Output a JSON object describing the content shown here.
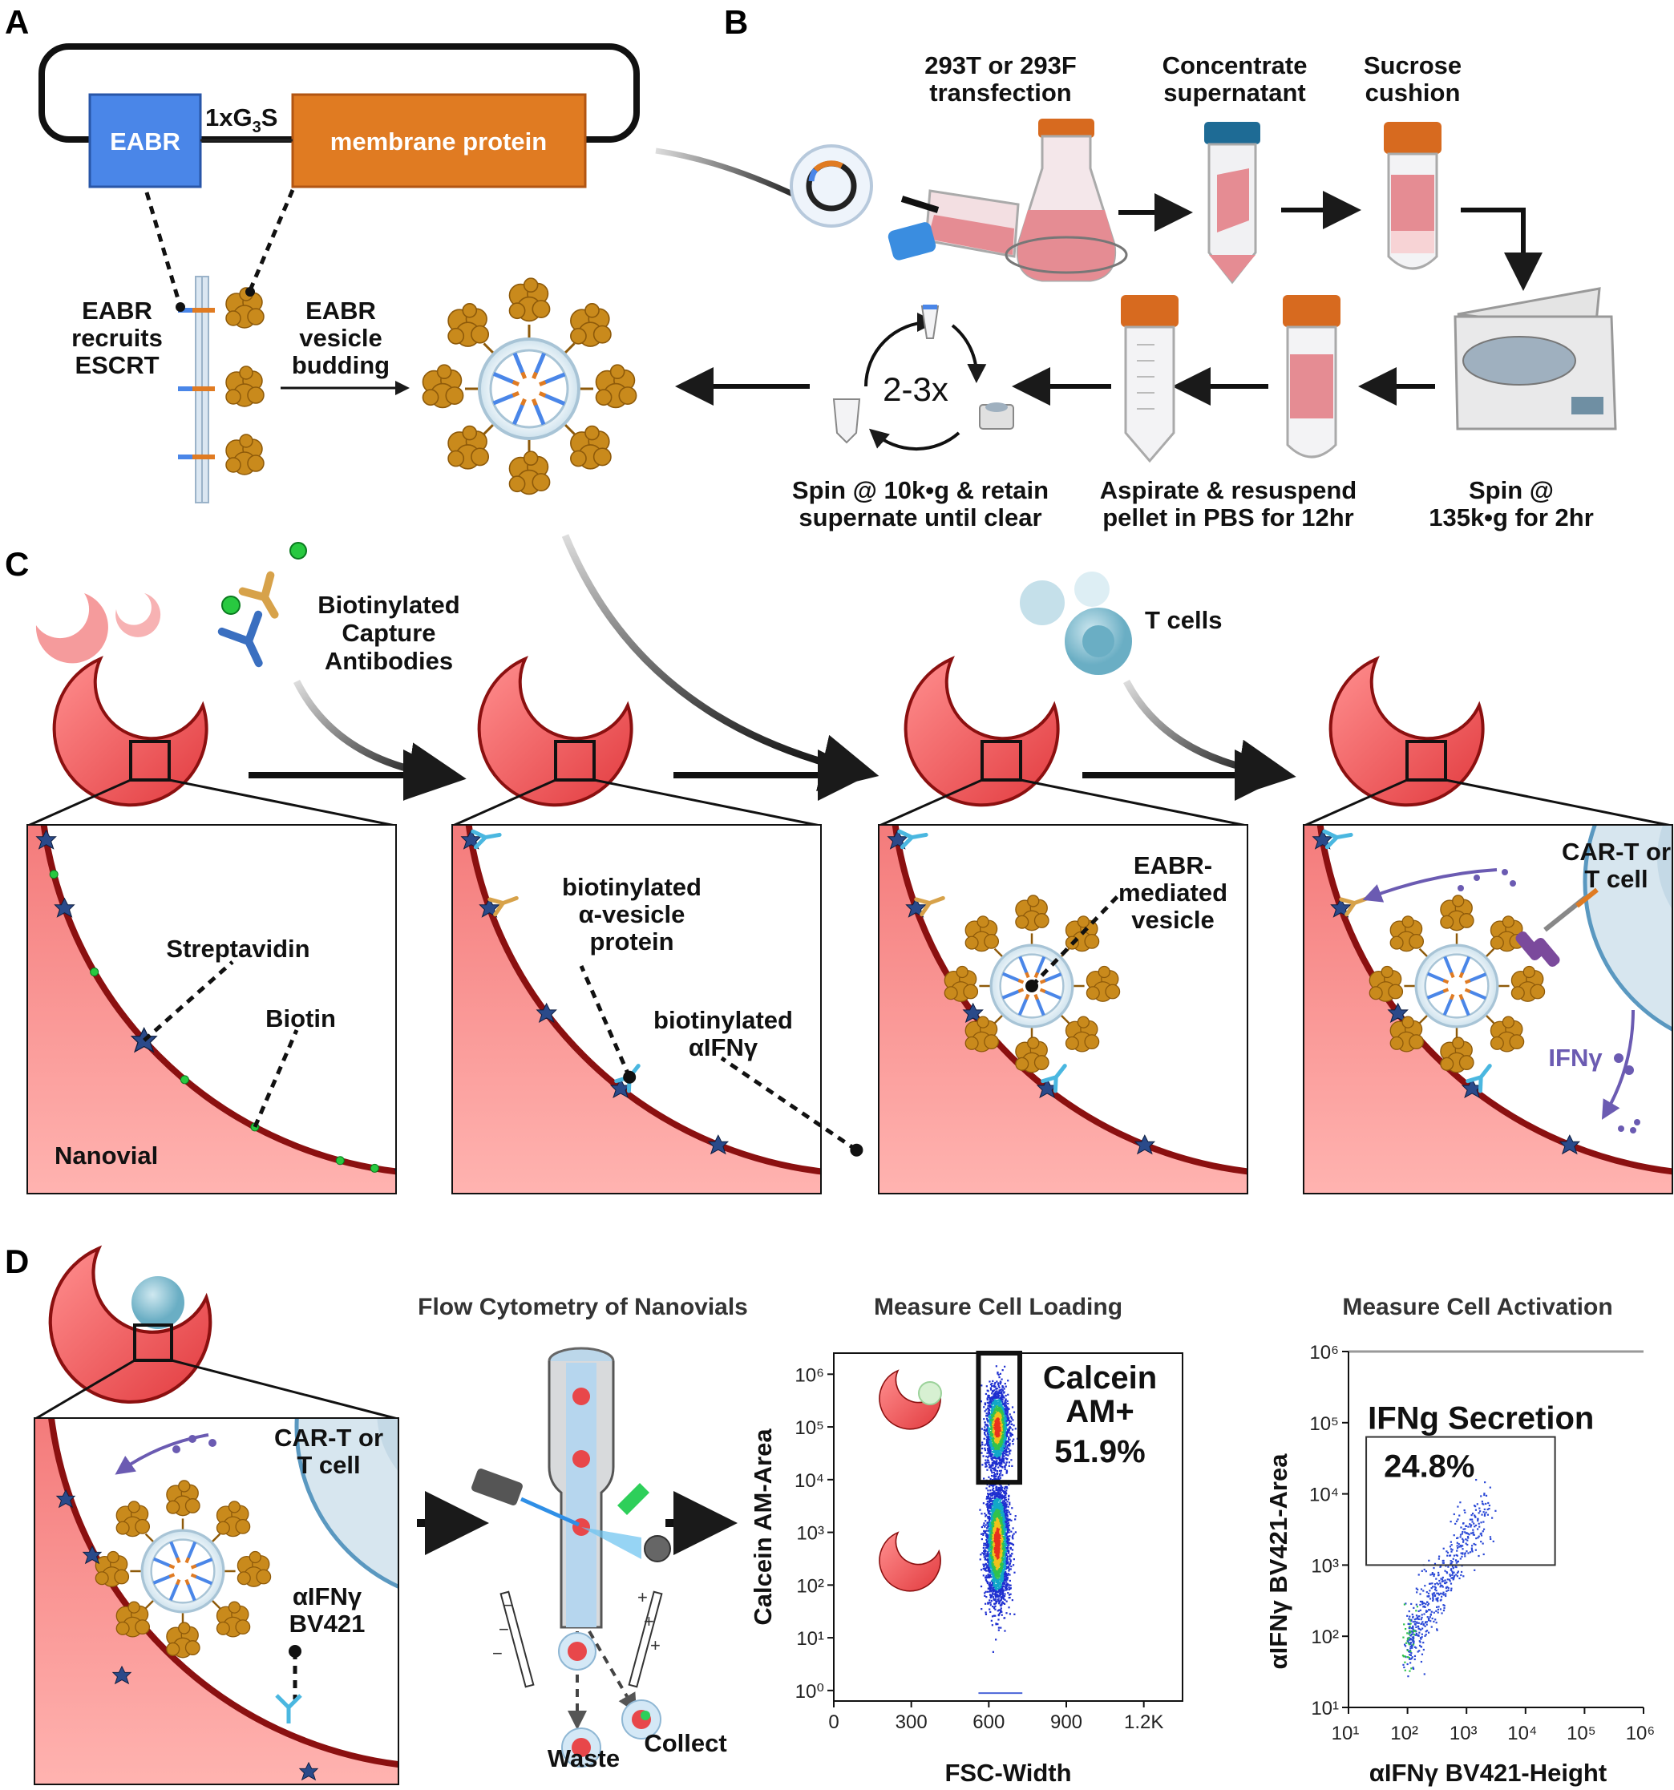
{
  "panels": {
    "a": "A",
    "b": "B",
    "c": "C",
    "d": "D"
  },
  "panel_a": {
    "eabr": "EABR",
    "linker_main": "1xG",
    "linker_sub": "3",
    "linker_end": "S",
    "membrane_protein": "membrane protein",
    "recruits": [
      "EABR",
      "recruits",
      "ESCRT"
    ],
    "budding": [
      "EABR",
      "vesicle",
      "budding"
    ]
  },
  "panel_b": {
    "transfection": [
      "293T or 293F",
      "transfection"
    ],
    "concentrate": [
      "Concentrate",
      "supernatant"
    ],
    "sucrose": [
      "Sucrose",
      "cushion"
    ],
    "spin_ultra": [
      "Spin  @",
      "135k•g for 2hr"
    ],
    "aspirate": [
      "Aspirate & resuspend",
      "pellet in PBS for 12hr"
    ],
    "spin_clear": [
      "Spin @ 10k•g & retain",
      "supernate until clear"
    ],
    "repeat": "2-3x"
  },
  "panel_c": {
    "capture_antibodies": [
      "Biotinylated",
      "Capture",
      "Antibodies"
    ],
    "t_cells": "T cells",
    "streptavidin": "Streptavidin",
    "biotin": "Biotin",
    "nanovial": "Nanovial",
    "vesicle_protein": [
      "biotinylated",
      "α-vesicle",
      "protein"
    ],
    "aifng": [
      "biotinylated",
      "αIFNγ"
    ],
    "eabr_vesicle": [
      "EABR-",
      "mediated",
      "vesicle"
    ],
    "car_t": [
      "CAR-T or",
      "T cell"
    ],
    "ifng": "IFNγ"
  },
  "panel_d": {
    "car_t": [
      "CAR-T or",
      "T cell"
    ],
    "bv421": [
      "αIFNγ",
      "BV421"
    ],
    "flow_title": "Flow Cytometry of Nanovials",
    "waste": "Waste",
    "collect": "Collect",
    "loading_title": "Measure Cell Loading",
    "activation_title": "Measure Cell Activation",
    "calcein_gate": [
      "Calcein",
      "AM+",
      "51.9%"
    ],
    "ifng_gate": [
      "IFNg Secretion",
      "24.8%"
    ]
  },
  "colors": {
    "eabr": "#4a86e8",
    "membrane_protein": "#e07b22",
    "nanovial": "#e8474a",
    "nanovial_wall": "#8b1010",
    "protein": "#c98a1c",
    "t_cell": "#5aa7c0",
    "ifng": "#6b5bb2"
  },
  "chart_data": [
    {
      "type": "scatter",
      "title": "Measure Cell Loading",
      "xlabel": "FSC-Width",
      "ylabel": "Calcein AM-Area",
      "x_ticks": [
        "0",
        "300",
        "600",
        "900",
        "1.2K"
      ],
      "y_ticks": [
        "10⁰",
        "10¹",
        "10²",
        "10³",
        "10⁴",
        "10⁵",
        "10⁶"
      ],
      "xlim": [
        0,
        1350
      ],
      "ylim_log10": [
        -0.2,
        6.4
      ],
      "y_log": true,
      "populations": [
        {
          "x_center": 630,
          "log10_y_center": 5.0,
          "count": 1900,
          "x_spread": 22,
          "y_spread": 0.35
        },
        {
          "x_center": 630,
          "log10_y_center": 2.8,
          "count": 3000,
          "x_spread": 22,
          "y_spread": 0.55
        }
      ],
      "gate": {
        "label": "Calcein AM+",
        "percent": "51.9%",
        "x_range": [
          560,
          720
        ],
        "log10_y_range": [
          3.95,
          6.4
        ]
      }
    },
    {
      "type": "scatter",
      "title": "Measure Cell Activation",
      "xlabel": "αIFNγ BV421-Height",
      "ylabel": "αIFNγ BV421-Area",
      "x_ticks": [
        "10¹",
        "10²",
        "10³",
        "10⁴",
        "10⁵",
        "10⁶"
      ],
      "y_ticks": [
        "10¹",
        "10²",
        "10³",
        "10⁴",
        "10⁵",
        "10⁶"
      ],
      "xlim_log10": [
        1,
        6
      ],
      "ylim_log10": [
        1,
        6
      ],
      "log_scale": true,
      "population": {
        "log10_x_range": [
          2.0,
          3.4
        ],
        "log10_y_range": [
          1.7,
          4.2
        ],
        "count": 550
      },
      "gate": {
        "label": "IFNg Secretion",
        "percent": "24.8%",
        "log10_x_range": [
          1.3,
          4.5
        ],
        "log10_y_range": [
          3.0,
          4.8
        ]
      }
    }
  ]
}
